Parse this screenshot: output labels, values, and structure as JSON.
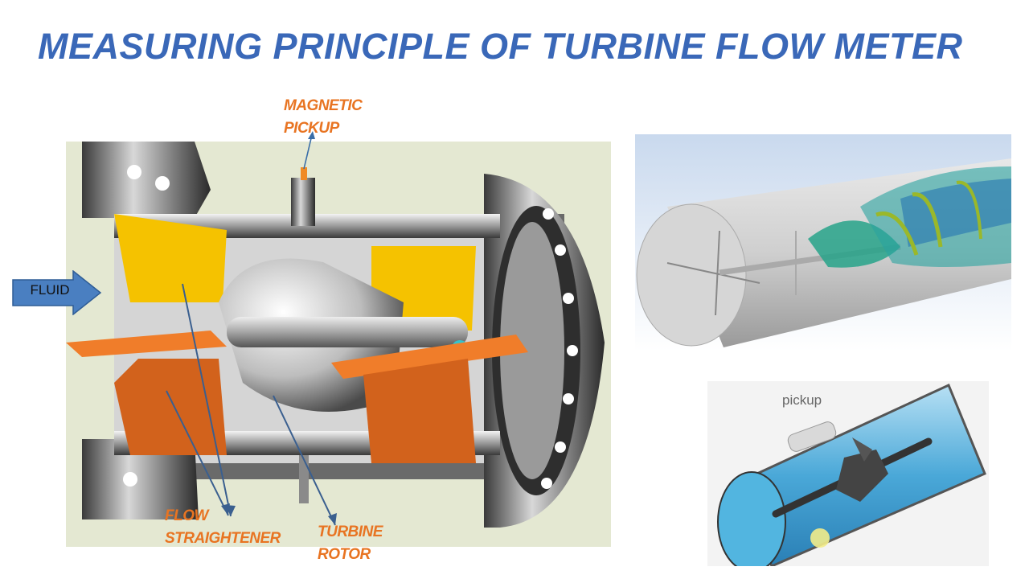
{
  "title": "MEASURING PRINCIPLE OF TURBINE FLOW METER",
  "labels": {
    "magnetic_pickup": [
      "MAGNETIC",
      "PICKUP"
    ],
    "fluid": "FLUID",
    "flow_straightener": [
      "FLOW",
      "STRAIGHTENER"
    ],
    "turbine_rotor": [
      "TURBINE",
      "ROTOR"
    ],
    "pickup": "pickup"
  },
  "colors": {
    "title": "#3a68b8",
    "label": "#e87422",
    "arrow": "#3d74b8",
    "leader": "#3a5f8f"
  }
}
